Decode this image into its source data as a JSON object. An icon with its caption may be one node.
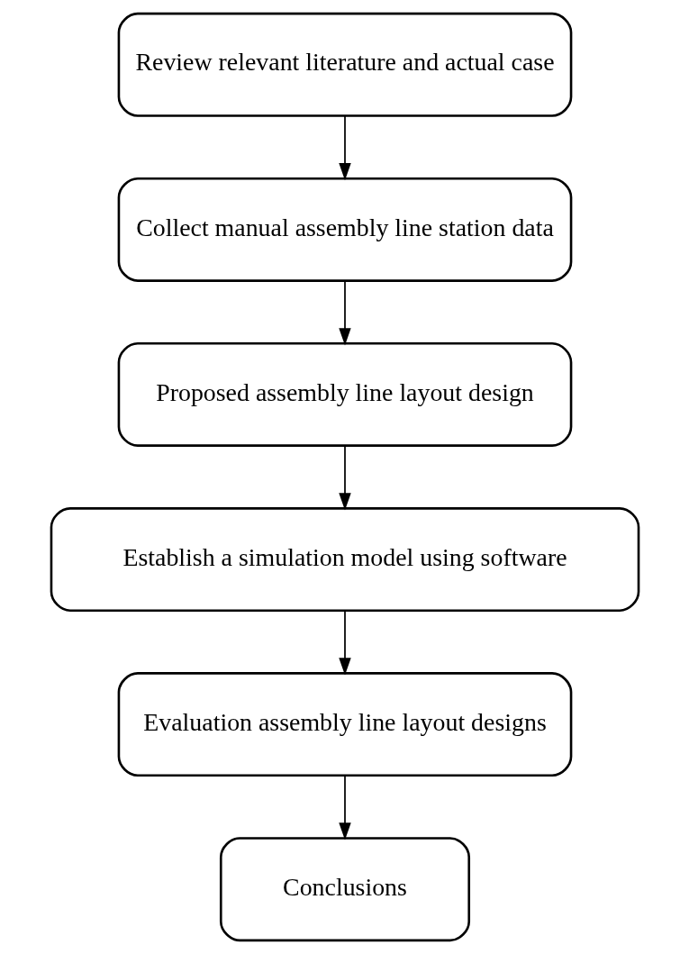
{
  "diagram": {
    "nodes": [
      {
        "text": [
          "Review relevant literature and actual case"
        ]
      },
      {
        "text": [
          "Collect manual assembly line station data"
        ]
      },
      {
        "text": [
          "Proposed assembly line layout design"
        ]
      },
      {
        "text": [
          "Establish a simulation model using software"
        ]
      },
      {
        "text": [
          "Evaluation assembly line layout designs"
        ]
      },
      {
        "text": [
          "Conclusions"
        ]
      }
    ],
    "edges": [
      {
        "from": 0,
        "to": 1,
        "arrow": "to"
      },
      {
        "from": 1,
        "to": 2,
        "arrow": "to"
      },
      {
        "from": 2,
        "to": 3,
        "arrow": "to"
      },
      {
        "from": 3,
        "to": 4,
        "arrow": "to"
      },
      {
        "from": 4,
        "to": 5,
        "arrow": "to"
      }
    ]
  }
}
